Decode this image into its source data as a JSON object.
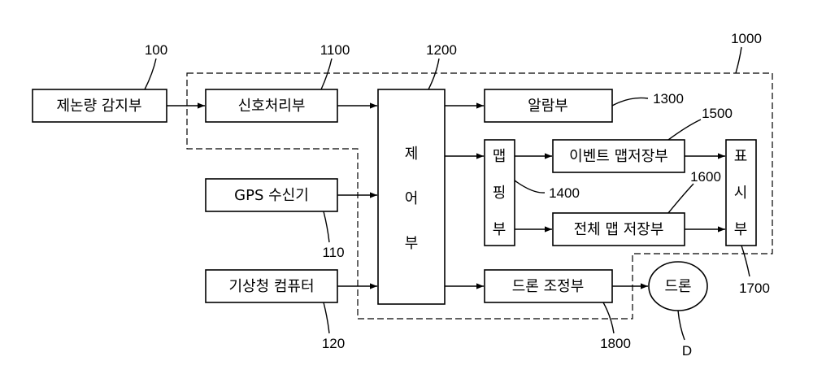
{
  "blocks": {
    "rain_sensor": "제논량 감지부",
    "signal_processor": "신호처리부",
    "gps_receiver": "GPS 수신기",
    "kma_computer": "기상청 컴퓨터",
    "control_unit": [
      "제",
      "어",
      "부"
    ],
    "alarm_unit": "알람부",
    "mapping_unit": [
      "맵",
      "핑",
      "부"
    ],
    "event_map_storage": "이벤트 맵저장부",
    "full_map_storage": "전체 맵 저장부",
    "drone_control": "드론 조정부",
    "display_unit": [
      "표",
      "시",
      "부"
    ],
    "drone": "드론"
  },
  "refs": {
    "system": "1000",
    "rain_sensor": "100",
    "signal_processor": "1100",
    "control_unit": "1200",
    "alarm_unit": "1300",
    "mapping_unit": "1400",
    "event_map_storage": "1500",
    "full_map_storage": "1600",
    "display_unit": "1700",
    "drone_control": "1800",
    "gps_receiver": "110",
    "kma_computer": "120",
    "drone": "D"
  }
}
